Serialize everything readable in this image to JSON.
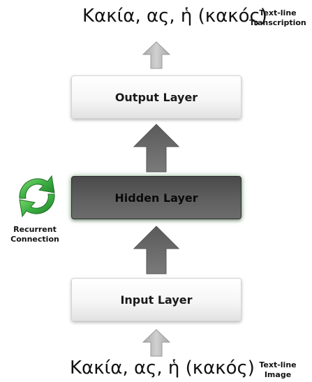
{
  "text_top": "Κακία, ας, ἡ (κακός)",
  "text_bottom": "Κακία, ας, ἡ (κακός)",
  "labels": {
    "transcription": [
      "Text-line",
      "Transcription"
    ],
    "image": [
      "Text-line",
      "Image"
    ],
    "recurrent": [
      "Recurrent",
      "Connection"
    ]
  },
  "layers": {
    "output": "Output Layer",
    "hidden": "Hidden Layer",
    "input": "Input Layer"
  },
  "icons": {
    "arrow_small": "up-arrow-icon-light",
    "arrow_large": "up-arrow-icon-dark",
    "recurrent": "cycle-arrows-icon"
  },
  "colors": {
    "arrow_light": "#b8b8b8",
    "arrow_dark": "#6a6a6a",
    "hidden_layer": "#5a5a5a",
    "recurrent_green": "#3cb043"
  }
}
